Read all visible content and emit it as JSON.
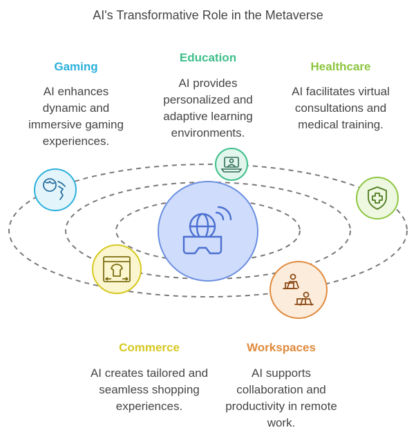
{
  "title": "AI's Transformative Role in the Metaverse",
  "colors": {
    "gaming": "#2bb0dc",
    "education": "#3dbf8a",
    "healthcare": "#8cc63f",
    "commerce": "#d6c81f",
    "workspaces": "#e08a3c",
    "center": "#6b8fe0"
  },
  "nodes": [
    {
      "key": "gaming",
      "heading": "Gaming",
      "text": "AI enhances dynamic and immersive gaming experiences.",
      "icon": "globe-signal-icon"
    },
    {
      "key": "education",
      "heading": "Education",
      "text": "AI provides personalized and adaptive learning environments.",
      "icon": "laptop-learning-icon"
    },
    {
      "key": "healthcare",
      "heading": "Healthcare",
      "text": "AI facilitates virtual consultations and medical training.",
      "icon": "shield-cross-icon"
    },
    {
      "key": "commerce",
      "heading": "Commerce",
      "text": "AI creates tailored and seamless shopping experiences.",
      "icon": "shop-window-icon"
    },
    {
      "key": "workspaces",
      "heading": "Workspaces",
      "text": "AI supports collaboration and productivity in remote work.",
      "icon": "remote-team-icon"
    }
  ],
  "center_icon": "vr-headset-globe-icon"
}
